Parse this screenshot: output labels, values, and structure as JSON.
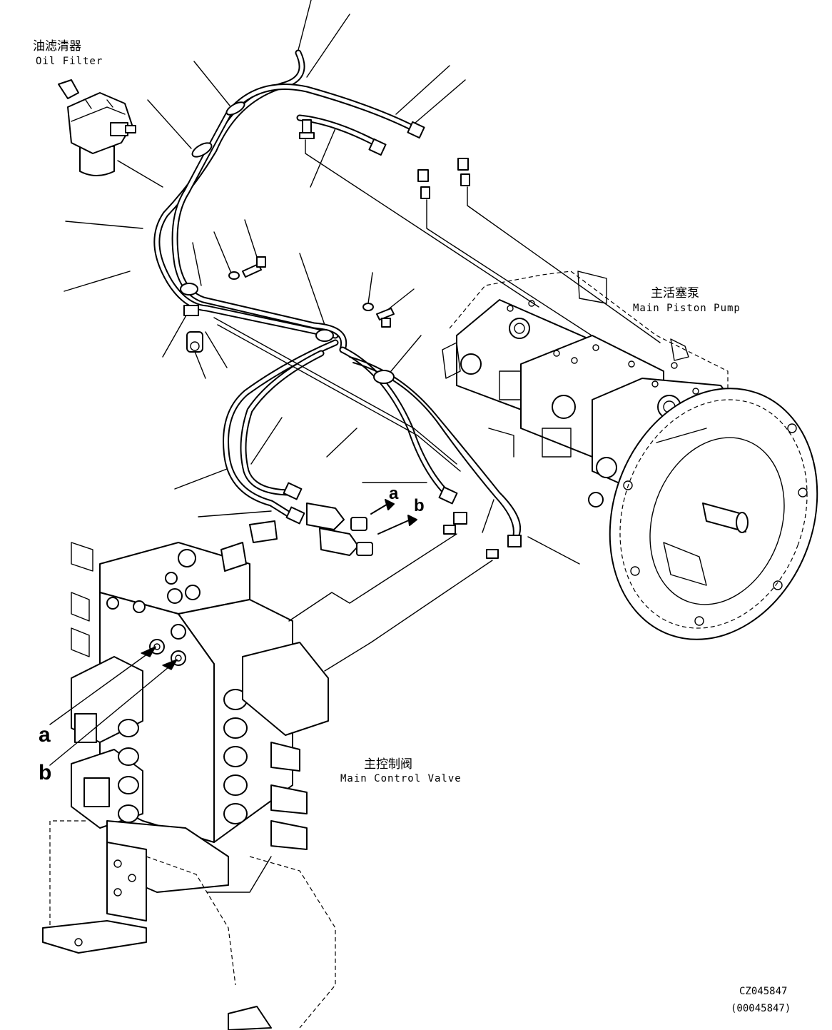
{
  "labels": {
    "oil_filter_cn": "油滤清器",
    "oil_filter_en": "Oil Filter",
    "pump_cn": "主活塞泵",
    "pump_en": "Main Piston Pump",
    "valve_cn": "主控制阀",
    "valve_en": "Main Control Valve",
    "ref_a": "a",
    "ref_b": "b",
    "drawing_code": "CZ045847",
    "drawing_number": "(00045847)"
  }
}
